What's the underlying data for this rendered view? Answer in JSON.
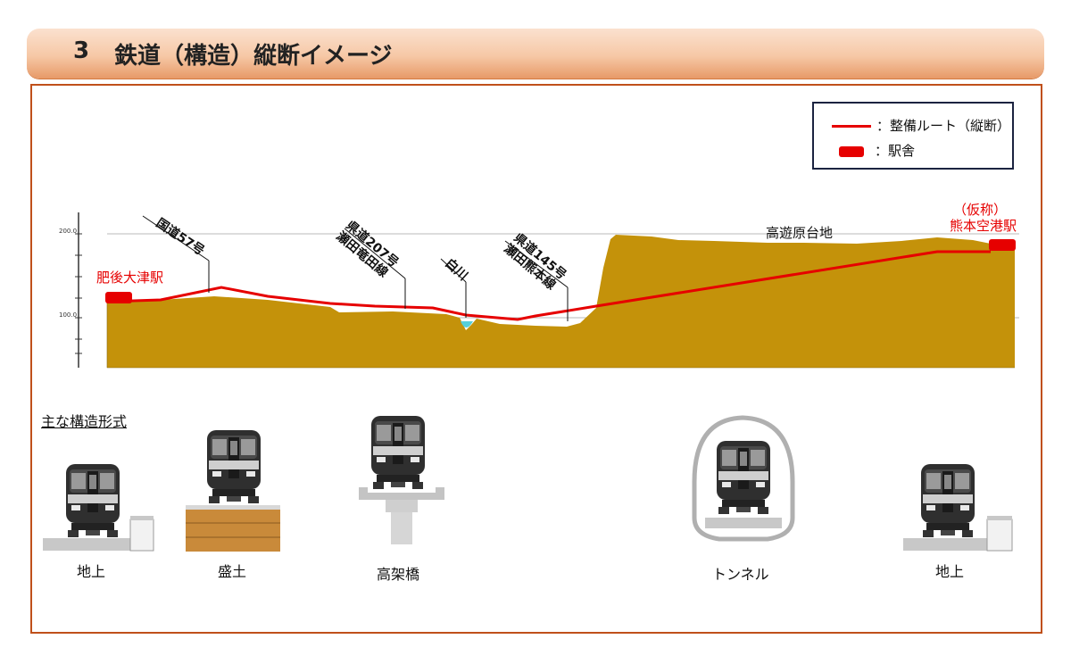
{
  "header": {
    "number": "3",
    "title": "鉄道（構造）縦断イメージ"
  },
  "legend": {
    "route_label": "：整備ルート（縦断）",
    "station_label": "：駅舎",
    "route_color": "#e60000",
    "station_color": "#e60000"
  },
  "profile": {
    "axis_ticks": [
      "200.0",
      "100.0"
    ],
    "stations": {
      "start": "肥後大津駅",
      "end_line1": "（仮称）",
      "end_line2": "熊本空港駅"
    },
    "callouts": {
      "route57": "国道57号",
      "pref207_line1": "県道207号",
      "pref207_line2": "瀬田竜田線",
      "shirakawa": "白川",
      "pref145_line1": "県道145号",
      "pref145_line2": "瀬田熊本線"
    },
    "plateau_label": "高遊原台地",
    "ground_color": "#c4920a"
  },
  "structures": {
    "section_title": "主な構造形式",
    "items": [
      "地上",
      "盛土",
      "高架橋",
      "トンネル",
      "地上"
    ]
  }
}
